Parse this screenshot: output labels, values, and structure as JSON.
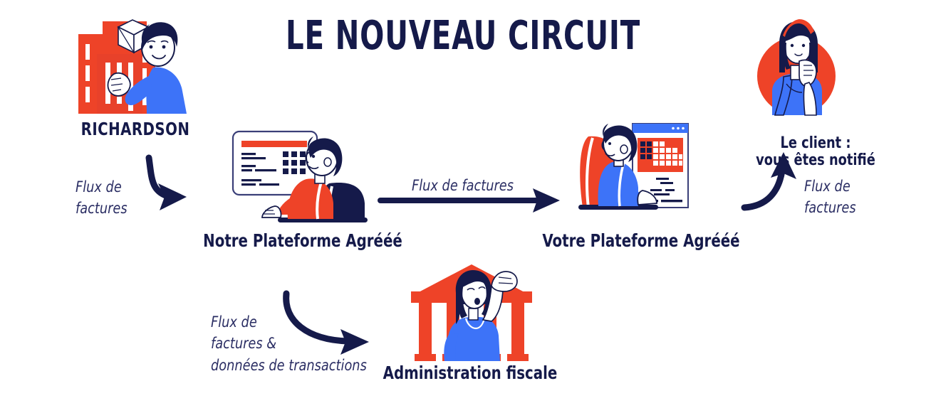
{
  "page": {
    "title": "LE NOUVEAU CIRCUIT",
    "background_color": "#FFFFFF"
  },
  "colors": {
    "navy": "#151A4A",
    "red": "#EE4328",
    "blue": "#3D73F8",
    "label_italic": "#2A2D63",
    "white": "#FFFFFF"
  },
  "nodes": {
    "richardson": {
      "label": "RICHARDSON",
      "illustration": "person-holding-package-in-front-of-red-office-buildings"
    },
    "notre_plateforme": {
      "label": "Notre Plateforme Agrééé",
      "illustration": "person-in-orange-shirt-seated-at-monitor"
    },
    "votre_plateforme": {
      "label": "Votre Plateforme Agrééé",
      "illustration": "person-in-blue-shirt-seated-at-browser-window"
    },
    "client": {
      "label": "Le client :\nvous êtes notifié",
      "illustration": "woman-with-red-headband-on-red-circle"
    },
    "administration": {
      "label": "Administration fiscale",
      "illustration": "red-classical-government-building-with-woman"
    }
  },
  "flows": [
    {
      "id": "richardson-to-notre",
      "label": "Flux de\nfactures",
      "arrow": "curved-down-right-arrow"
    },
    {
      "id": "notre-to-votre",
      "label": "Flux de factures",
      "arrow": "straight-right-arrow"
    },
    {
      "id": "votre-to-client",
      "label": "Flux de\nfactures",
      "arrow": "curved-up-right-arrow"
    },
    {
      "id": "notre-to-administration",
      "label": "Flux de\nfactures &\ndonnées de transactions",
      "arrow": "curved-down-right-arrow"
    }
  ]
}
